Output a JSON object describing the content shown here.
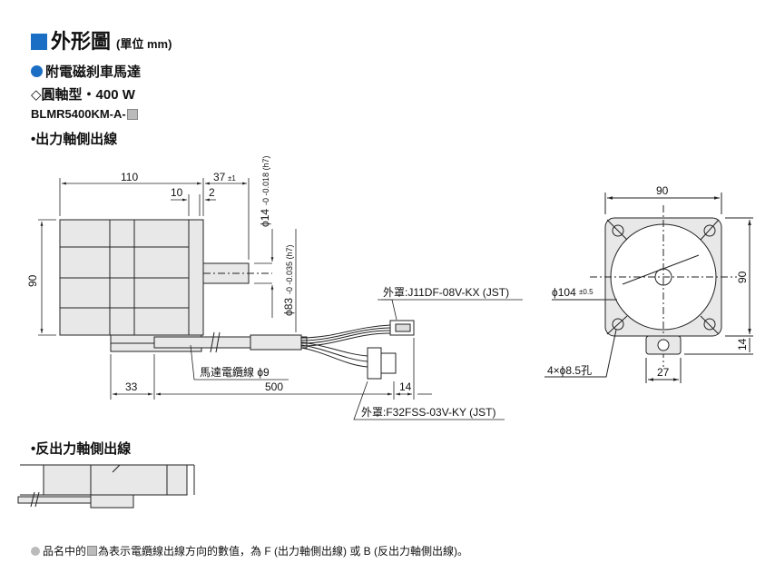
{
  "header": {
    "title": "外形圖",
    "unit": "(單位 mm)"
  },
  "product": {
    "line1": "附電磁刹車馬達",
    "line2": "◇圓軸型・400 W",
    "model_prefix": "BLMR5400KM-A-"
  },
  "sections": {
    "output_side": "•出力軸側出線",
    "opposite_side": "•反出力軸側出線"
  },
  "dims": {
    "d110": "110",
    "d37": "37",
    "d37_tol": "±1",
    "d10": "10",
    "d2": "2",
    "d90_left": "90",
    "d33": "33",
    "d500": "500",
    "d14_bottom": "14",
    "shaft_dia": "ϕ14",
    "shaft_tol": "-0 -0.018 (h7)",
    "pilot_dia": "ϕ83",
    "pilot_tol": "-0 -0.035 (h7)",
    "cable_label": "馬達電纜線 ϕ9",
    "conn1": "外罩:J11DF-08V-KX (JST)",
    "conn2": "外罩:F32FSS-03V-KY (JST)",
    "r90_top": "90",
    "r90_side": "90",
    "r14": "14",
    "r27": "27",
    "pcd": "ϕ104",
    "pcd_tol": "±0.5",
    "holes": "4×ϕ8.5孔"
  },
  "footer": {
    "part1": "品名中的",
    "part2": "為表示電纜線出線方向的數值，為 F (出力軸側出線) 或 B (反出力軸側出線)。"
  },
  "colors": {
    "accent": "#1a6fc4",
    "body_fill": "#e8e8e8",
    "line": "#222222"
  }
}
